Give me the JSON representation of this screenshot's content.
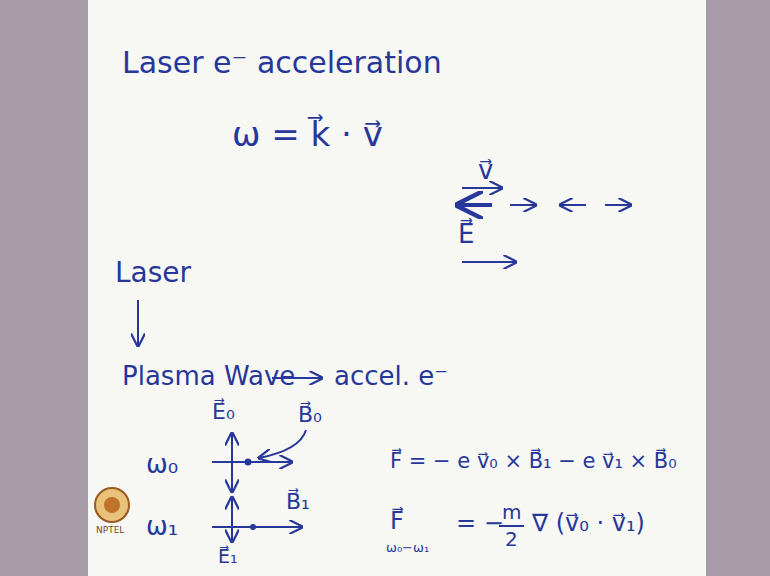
{
  "diagram": {
    "title": "Laser e⁻ acceleration",
    "labels": [
      "ω = k⃗ · v⃗",
      "v⃗",
      "E⃗",
      "Laser",
      "Plasma Wave",
      "accel. e⁻",
      "E⃗₀",
      "B⃗₀",
      "ω₀",
      "F⃗ = − e v⃗₀ × B⃗₁ − e v⃗₁ × B⃗₀",
      "ω₁",
      "B⃗₁",
      "E⃗₁",
      "F⃗",
      "ω₀−ω₁",
      "= −",
      "m",
      "2",
      "∇ (v⃗₀ · v⃗₁)",
      "NPTEL"
    ]
  }
}
